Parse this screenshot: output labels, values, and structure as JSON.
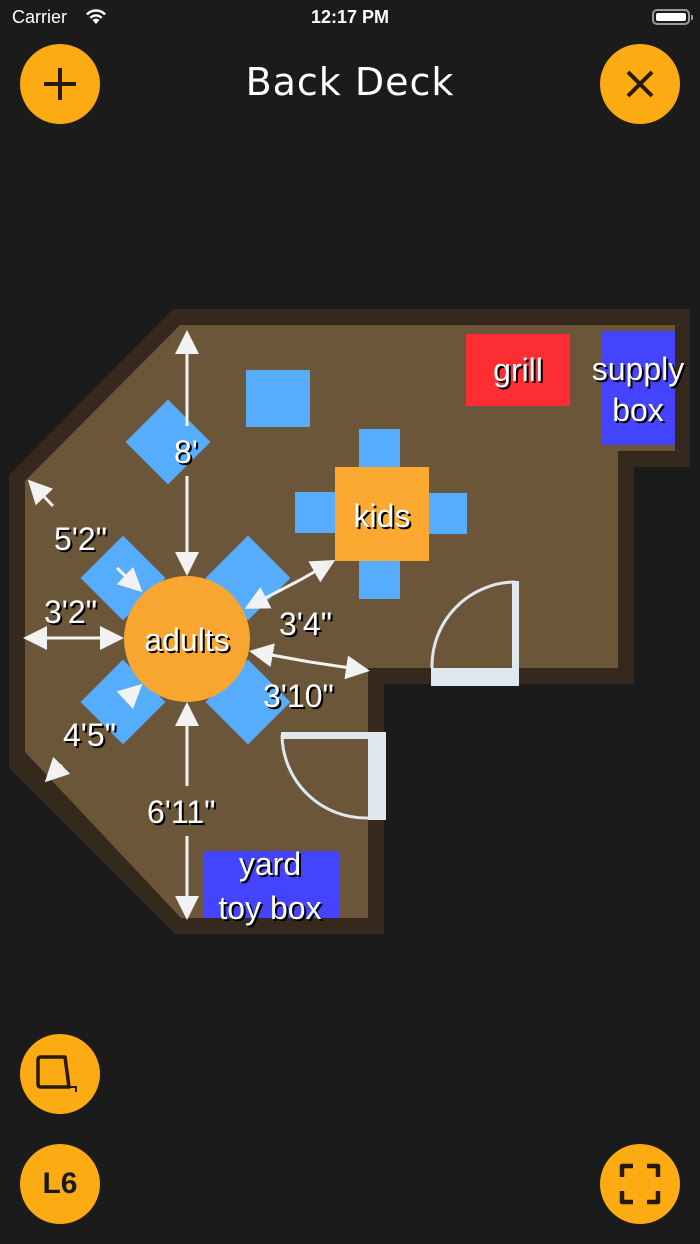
{
  "status_bar": {
    "carrier": "Carrier",
    "time": "12:17 PM"
  },
  "header": {
    "title": "Back Deck",
    "add_button": "add-icon",
    "close_button": "close-icon"
  },
  "plan": {
    "colors": {
      "deck_fill": "#6c5639",
      "deck_border": "#35281c",
      "chair": "#57adfd",
      "table": "#f9a630",
      "grill": "#fd2e33",
      "box": "#4444fe",
      "door": "#dfe7ef"
    },
    "items": {
      "grill": "grill",
      "supply_box_line1": "supply",
      "supply_box_line2": "box",
      "kids_table": "kids",
      "adults_table": "adults",
      "yard_toy_box_line1": "yard",
      "yard_toy_box_line2": "toy box"
    },
    "measurements": {
      "m_8ft": "8'",
      "m_5_2": "5'2\"",
      "m_3_2": "3'2\"",
      "m_3_4": "3'4\"",
      "m_3_10": "3'10\"",
      "m_4_5": "4'5\"",
      "m_6_11": "6'11\""
    }
  },
  "bottom_bar": {
    "shape_button": "shape-icon",
    "level_button": "L6",
    "fit_button": "fit-screen-icon"
  }
}
